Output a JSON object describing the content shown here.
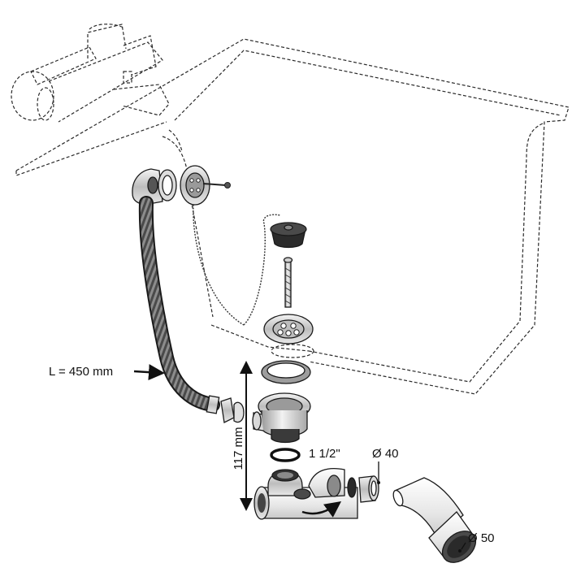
{
  "labels": {
    "hose_length": "L = 450 mm",
    "height": "117 mm",
    "thread": "1 1/2\"",
    "diam_40": "Ø 40",
    "diam_50": "Ø 50"
  },
  "colors": {
    "line": "#1a1a1a",
    "metal_light": "#e4e4e4",
    "metal_dark": "#8a8a8a",
    "stopper": "#2b2b2b",
    "hose": "#6e6e6e"
  }
}
